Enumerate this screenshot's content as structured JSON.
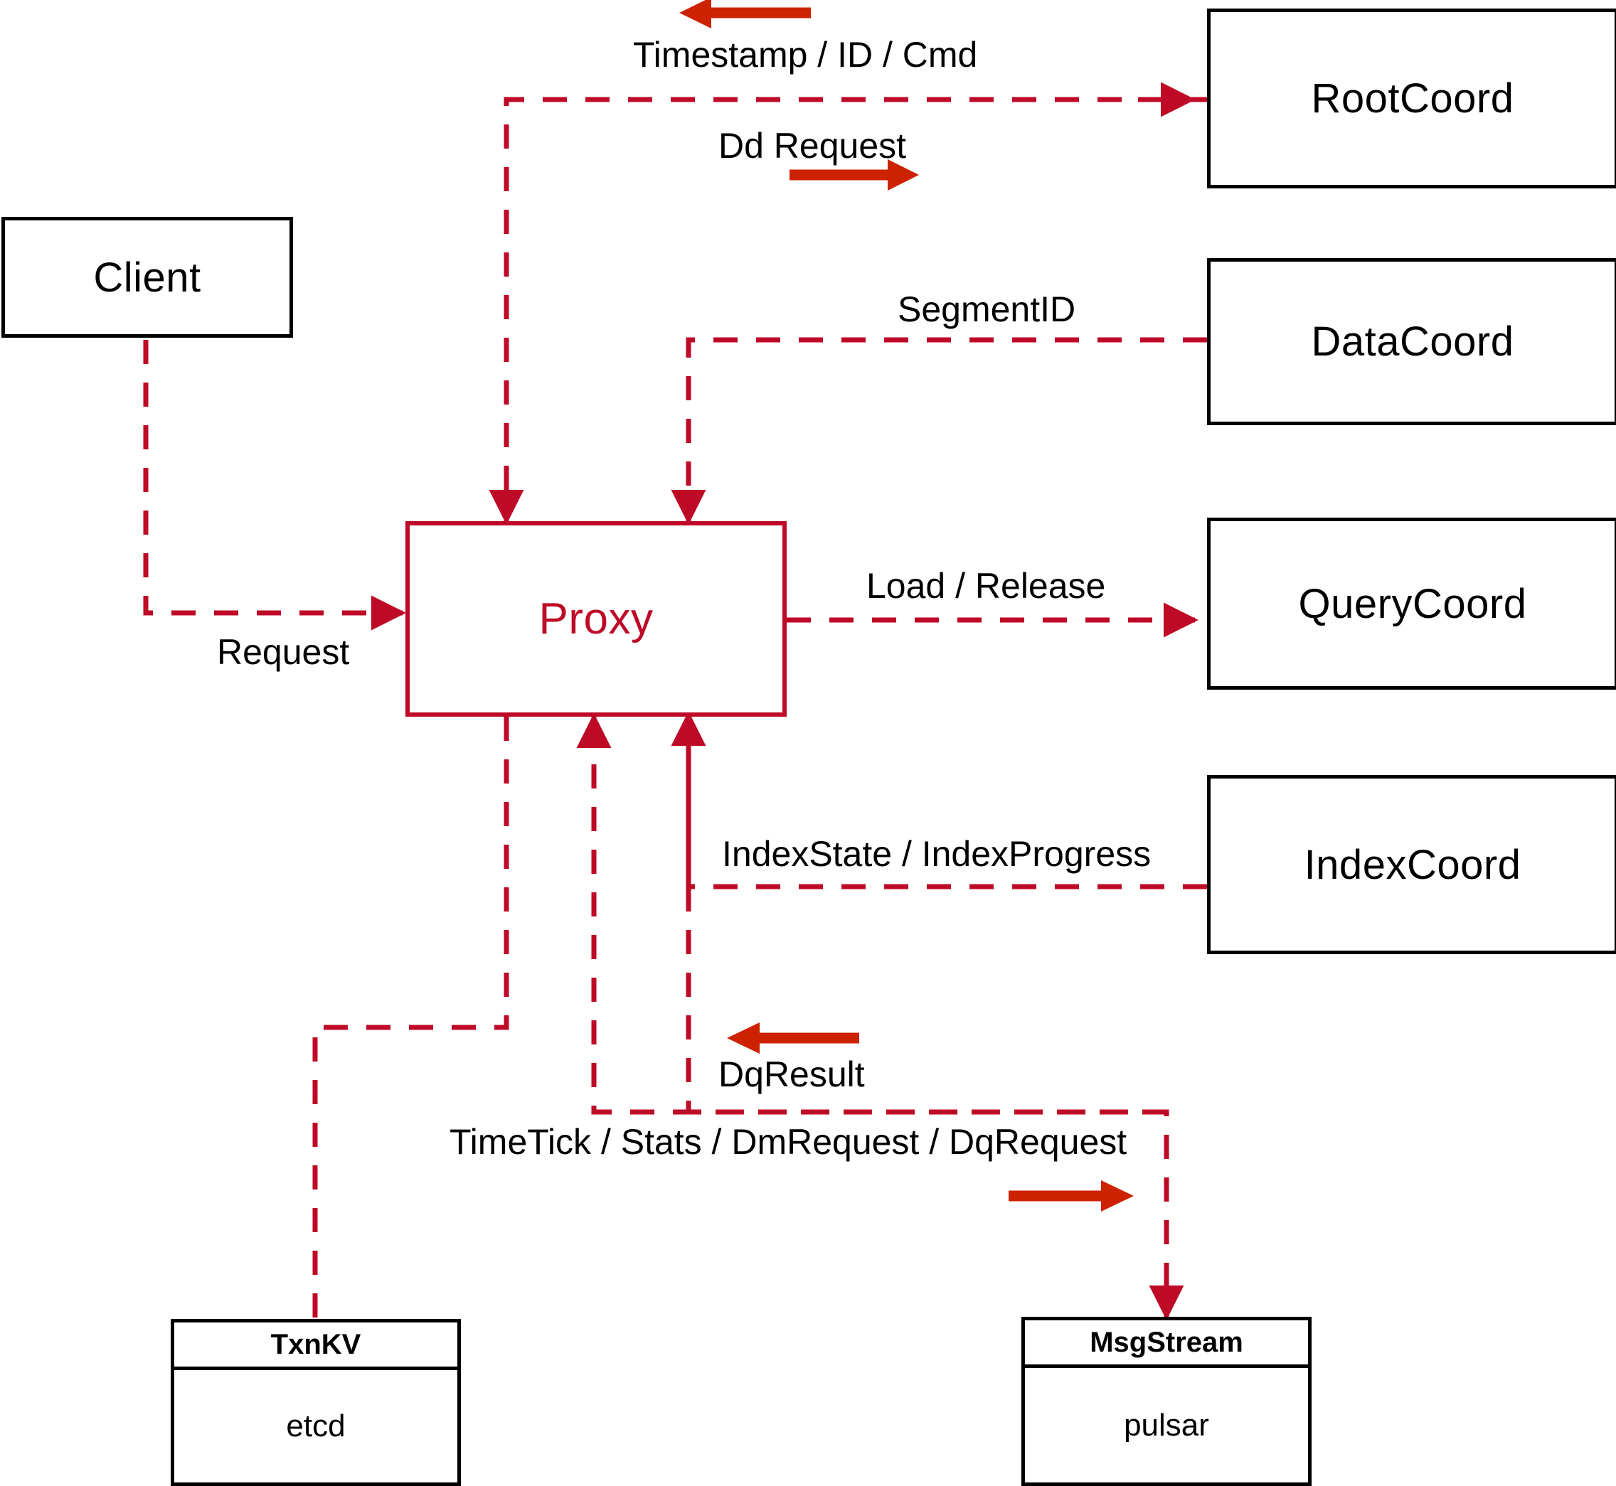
{
  "diagram": {
    "title": "Milvus Proxy interaction diagram",
    "colors": {
      "dashed_line": "#BE0A26",
      "bold_arrow": "#CC2200",
      "node_border": "#000000",
      "proxy_border": "#BE0A26",
      "proxy_text": "#BE0A26",
      "background": "#FFFFFF"
    },
    "nodes": {
      "client": {
        "label": "Client"
      },
      "proxy": {
        "label": "Proxy"
      },
      "root_coord": {
        "label": "RootCoord"
      },
      "data_coord": {
        "label": "DataCoord"
      },
      "query_coord": {
        "label": "QueryCoord"
      },
      "index_coord": {
        "label": "IndexCoord"
      },
      "txnkv": {
        "title": "TxnKV",
        "impl": "etcd"
      },
      "msgstream": {
        "title": "MsgStream",
        "impl": "pulsar"
      }
    },
    "edge_labels": {
      "timestamp_id_cmd": "Timestamp / ID / Cmd",
      "dd_request": "Dd Request",
      "segment_id": "SegmentID",
      "request": "Request",
      "load_release": "Load / Release",
      "index_state_progress": "IndexState / IndexProgress",
      "dq_result": "DqResult",
      "timetick_stats": "TimeTick / Stats / DmRequest / DqRequest"
    },
    "flows": [
      {
        "name": "client-to-proxy",
        "label": "Request",
        "from": "Client",
        "to": "Proxy",
        "direction": "right"
      },
      {
        "name": "proxy-to-rootcoord",
        "label": "Dd Request",
        "from": "Proxy",
        "to": "RootCoord",
        "direction": "right"
      },
      {
        "name": "rootcoord-to-proxy",
        "label": "Timestamp / ID / Cmd",
        "from": "RootCoord",
        "to": "Proxy",
        "direction": "left"
      },
      {
        "name": "datacoord-to-proxy",
        "label": "SegmentID",
        "from": "DataCoord",
        "to": "Proxy",
        "direction": "left"
      },
      {
        "name": "proxy-to-querycoord",
        "label": "Load / Release",
        "from": "Proxy",
        "to": "QueryCoord",
        "direction": "right"
      },
      {
        "name": "indexcoord-to-proxy",
        "label": "IndexState / IndexProgress",
        "from": "IndexCoord",
        "to": "Proxy",
        "direction": "left"
      },
      {
        "name": "msgstream-to-proxy",
        "label": "DqResult",
        "from": "MsgStream",
        "to": "Proxy",
        "direction": "left"
      },
      {
        "name": "proxy-to-msgstream",
        "label": "TimeTick / Stats / DmRequest / DqRequest",
        "from": "Proxy",
        "to": "MsgStream",
        "direction": "right"
      },
      {
        "name": "proxy-to-txnkv",
        "label": "",
        "from": "Proxy",
        "to": "TxnKV",
        "direction": "down"
      }
    ]
  }
}
